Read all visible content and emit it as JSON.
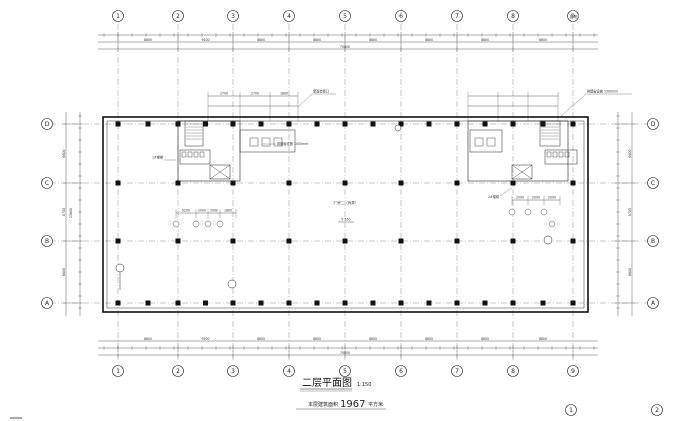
{
  "drawing": {
    "title": "二层平面图",
    "scale": "1:150",
    "area_prefix": "本层建筑面积",
    "area_value": "1967",
    "area_unit": "平方米",
    "room_label": "厂房二（丙类）",
    "elevation_label": "5.550",
    "total_dimension": "70800",
    "corner_mark": "图 图"
  },
  "grid": {
    "columns": [
      "1",
      "2",
      "3",
      "4",
      "5",
      "6",
      "7",
      "8",
      "9"
    ],
    "rows": [
      "D",
      "C",
      "B",
      "A"
    ],
    "extra_bottom": [
      "1",
      "2"
    ]
  },
  "dimensions": {
    "top_spans": [
      "8800",
      "9100",
      "8800",
      "8800",
      "8800",
      "8800",
      "8800",
      "8800"
    ],
    "bottom_spans": [
      "8800",
      "9100",
      "8800",
      "8800",
      "8800",
      "8800",
      "8800",
      "8800"
    ],
    "left_spans": [
      "6600",
      "8700",
      "6600"
    ],
    "left_total": "25600",
    "right_spans": [
      "6600",
      "8700",
      "6600"
    ],
    "room_dims_left": [
      "5200",
      "2000",
      "2000",
      "1800"
    ],
    "room_dims_right": [
      "2000",
      "2000",
      "2000"
    ],
    "stair_dims": [
      "2700",
      "2700",
      "1800"
    ]
  },
  "annotations": {
    "note_1": "排烟窗设施 1000mm",
    "note_2": "屋面检修口",
    "label_stair": "1#楼梯",
    "label_stair_2": "2#楼梯"
  }
}
